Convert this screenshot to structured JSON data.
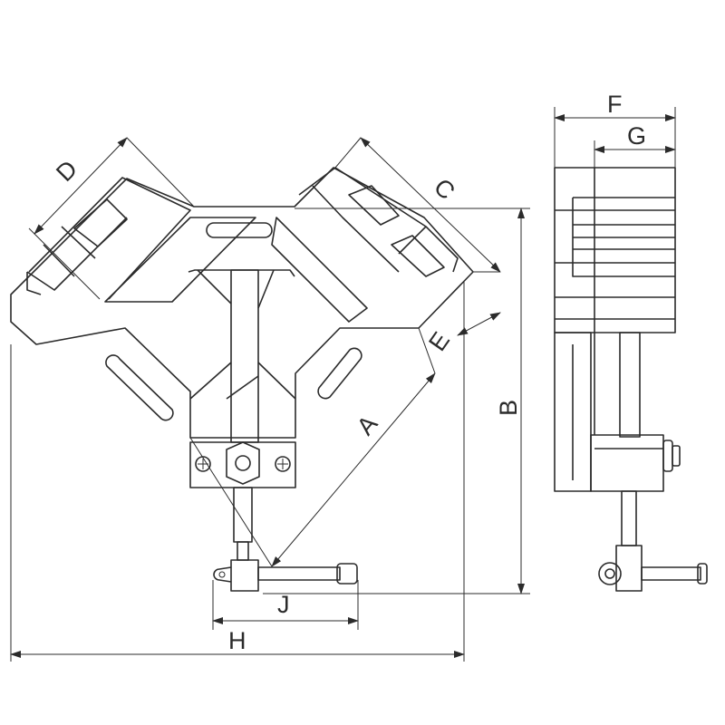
{
  "labels": {
    "a": "A",
    "b": "B",
    "c": "C",
    "d": "D",
    "e": "E",
    "f": "F",
    "g": "G",
    "h": "H",
    "j": "J"
  },
  "colors": {
    "line": "#2b2b2b",
    "background": "#ffffff"
  }
}
